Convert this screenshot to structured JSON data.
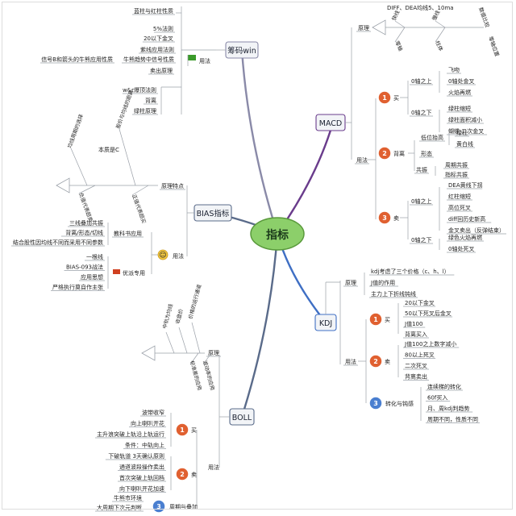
{
  "center": {
    "label": "指标"
  },
  "topics": {
    "macd": {
      "label": "MACD",
      "principle": {
        "label": "原理",
        "fishbone": [
          "快线",
          "慢线",
          "零轴",
          "柱体"
        ],
        "top_note": "DIFF、DEA均线5、10ma",
        "right_labels": [
          "数值比较",
          "零轴位置"
        ]
      },
      "usage": {
        "label": "用法",
        "buy": {
          "num": "1",
          "label": "买",
          "above_zero": "0轴之上",
          "above": [
            "飞吻",
            "0轴处金叉",
            "火焰再燃"
          ],
          "below_zero": "0轴之下",
          "below": [
            "绿柱缩短",
            "绿柱面积减小",
            "蝴蝶 二次金叉"
          ]
        },
        "divergence": {
          "num": "2",
          "label": "背离",
          "shape": "形态",
          "low_bottom": "低位抬高",
          "low_items": [
            "绿柱",
            "黄白线"
          ],
          "resonance": "共振",
          "res_items": [
            "周期共振",
            "指标共振"
          ]
        },
        "sell": {
          "num": "3",
          "label": "卖",
          "above_zero": "0轴之上",
          "above": [
            "DEA黄线下拐",
            "红柱缩短",
            "高位死叉",
            "diff回历史新高",
            "金叉卖出（反弹结束）"
          ],
          "below_zero": "0轴之下",
          "below": [
            "绿色火焰再燃",
            "0轴处死叉"
          ]
        }
      }
    },
    "chip": {
      "label": "筹码win",
      "usage_label": "用法",
      "top_items": [
        "蓝柱与红柱性质",
        "5%法则",
        "20以下金叉"
      ],
      "purple_rule": "紫线应用法则",
      "bull_bear": "牛熊趋势中信号性质",
      "bull_bear_left": "信号B和箭头的牛熊应用性质",
      "sell_principle": "卖出原理",
      "bottom_items": [
        "w&r爆顶法则",
        "背离",
        "绿柱原理"
      ]
    },
    "bias": {
      "label": "BIAS指标",
      "principle": {
        "label": "原理特点",
        "base": "本质是C",
        "rotated": [
          "股价与均线的距离",
          "均线周期的选择",
          "负值代表超卖",
          "正值代表超买"
        ]
      },
      "usage": {
        "label": "用法",
        "textbook": "教科书应用",
        "textbook_items": [
          "三线叠加共振",
          "背离/形态/切线",
          "结合股性因均线不同而采用不同参数"
        ],
        "preferred": "优派专用",
        "preferred_items": [
          "一根线",
          "BIAS-093战法",
          "应用思想",
          "严格执行莫自作主张"
        ]
      }
    },
    "kdj": {
      "label": "KDJ",
      "principle": {
        "label": "原理",
        "items": [
          "kdj考虑了三个价格（c、h、l）",
          "J值的作用",
          "主力上下折线钝线"
        ]
      },
      "usage": {
        "label": "用法",
        "buy": {
          "num": "1",
          "label": "买",
          "items": [
            "20以下金叉",
            "50以下死叉后金叉",
            "J值100",
            "背离买入"
          ]
        },
        "sell": {
          "num": "2",
          "label": "卖",
          "items": [
            "J值100之上数字减小",
            "80以上死叉",
            "二次死叉",
            "背离卖出"
          ]
        },
        "convert": {
          "num": "3",
          "label": "转化与钝感",
          "items": [
            "连续梯的转化",
            "60f买入",
            "月、周kdj判趋势",
            "周期不同，性质不同"
          ]
        }
      }
    },
    "boll": {
      "label": "BOLL",
      "principle": {
        "label": "原理",
        "rotated": [
          "中轨为均线",
          "收盘价",
          "价格的运行通道",
          "波动率的应用",
          "标准差的应用"
        ]
      },
      "usage": {
        "label": "用法",
        "buy": {
          "num": "1",
          "label": "买",
          "items": [
            "波带收窄",
            "向上喇叭开花",
            "主升浪突破上轨沿上轨运行",
            "条件：中轨向上"
          ]
        },
        "sell": {
          "num": "2",
          "label": "卖",
          "items": [
            "下破轨道 3天确认原则",
            "通道波段操作卖出",
            "首次突破上轨回档",
            "向下喇叭开花加速"
          ]
        },
        "rest": {
          "num": "3",
          "items": [
            "牛熊市环境",
            "大周期下次元判断"
          ],
          "extra": "周期与叠加"
        }
      }
    }
  },
  "colors": {
    "macd": "#6a3c8c",
    "chip": "#8a8aa8",
    "bias": "#5a6b8a",
    "kdj": "#3f6fc4",
    "boll": "#5a6b8a",
    "center": "#8ccf6a",
    "badge": "#e06030",
    "badge3": "#4a7fd0"
  }
}
